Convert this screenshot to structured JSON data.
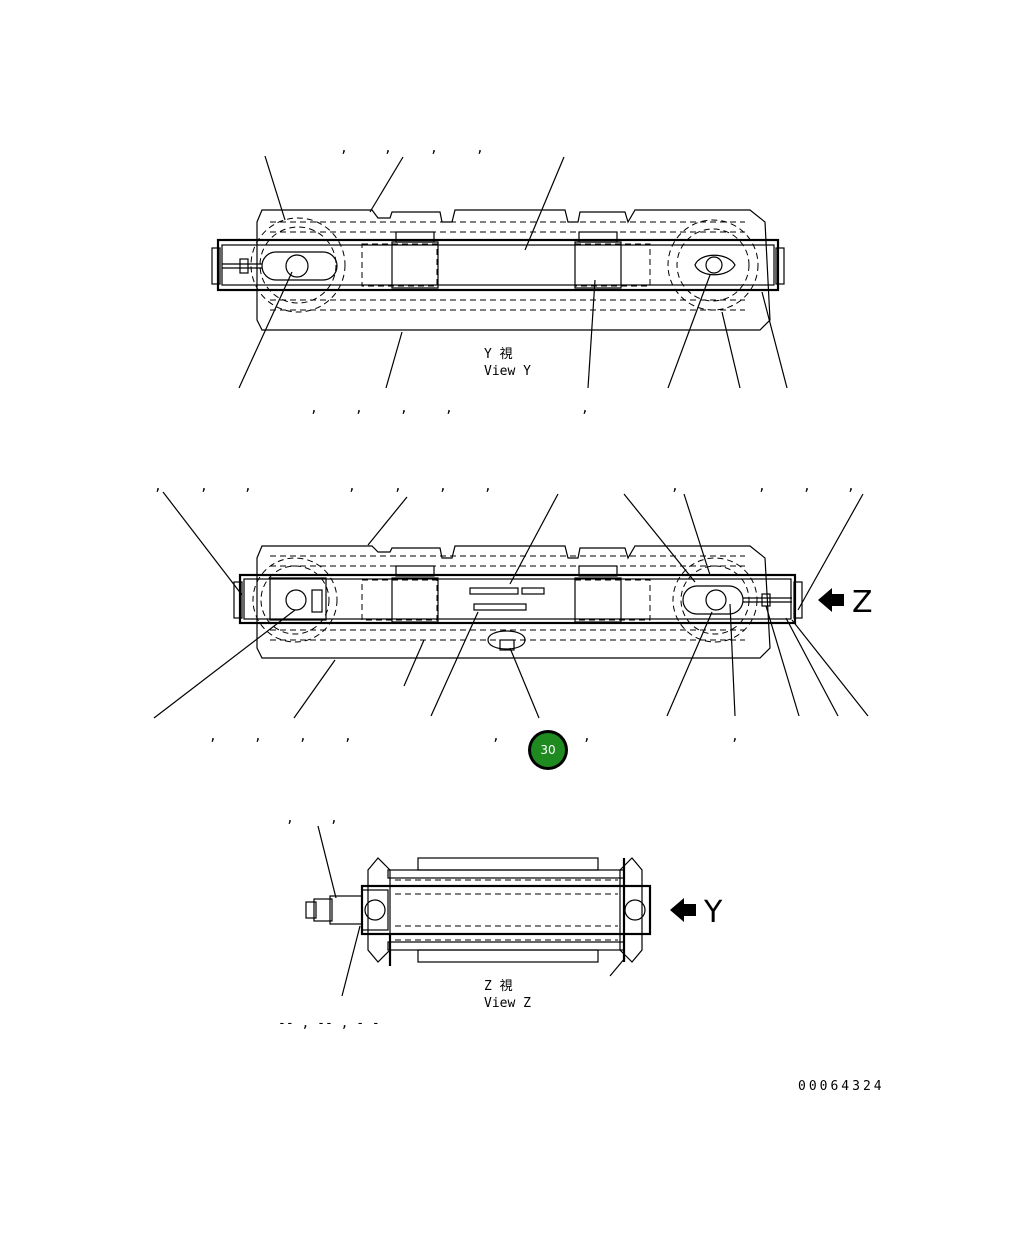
{
  "views": {
    "y": {
      "label_jp": "Y 視",
      "label_en": "View Y"
    },
    "z": {
      "label_jp": "Z 視",
      "label_en": "View Z"
    }
  },
  "arrows": {
    "z": "Z",
    "y": "Y"
  },
  "badge": {
    "number": "30",
    "color": "#1f8a1f"
  },
  "drawing_number": "00064324",
  "footnote": "-- , -- , - -",
  "separator": ","
}
